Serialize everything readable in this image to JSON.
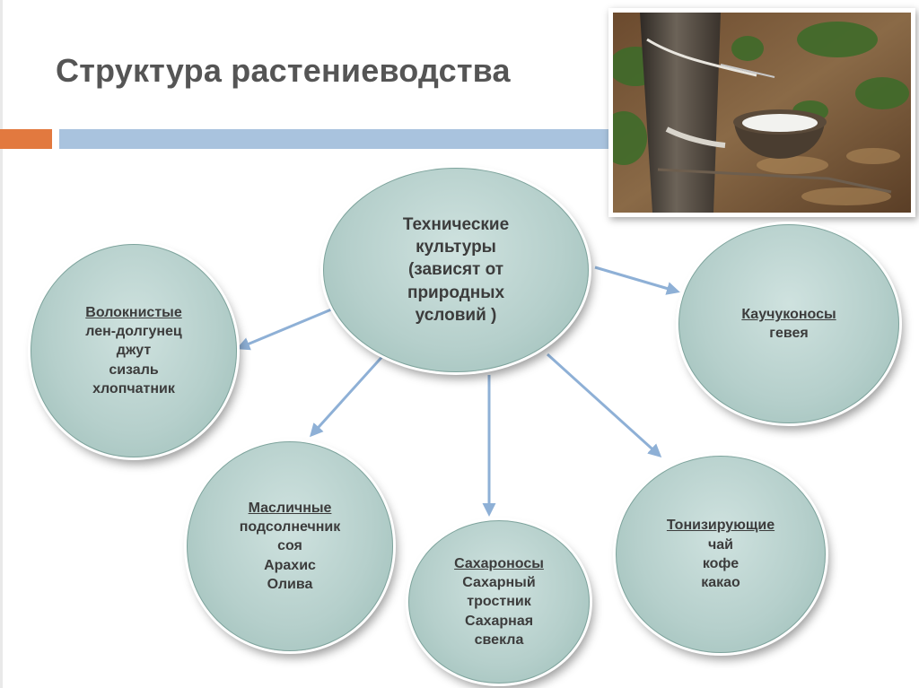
{
  "slide": {
    "title": "Структура растениеводства"
  },
  "colors": {
    "accent_orange": "#e2793f",
    "accent_blue": "#a9c3de",
    "bubble_fill": "#b5cfcb",
    "arrow": "#8eb0d6",
    "text": "#3c3c3c"
  },
  "center": {
    "lines": [
      "Технические",
      "культуры",
      "(зависят от",
      "природных",
      "условий )"
    ]
  },
  "groups": {
    "fibrous": {
      "heading": "Волокнистые",
      "items": [
        "лен-долгунец",
        "джут",
        "сизаль",
        "хлопчатник"
      ]
    },
    "oilseed": {
      "heading": "Масличные",
      "items": [
        "подсолнечник",
        "соя",
        "Арахис",
        "Олива"
      ]
    },
    "sugar": {
      "heading": "Сахароносы",
      "items": [
        "Сахарный",
        "тростник",
        "Сахарная",
        "свекла"
      ]
    },
    "tonic": {
      "heading": "Тонизирующие",
      "items": [
        "чай",
        "кофе",
        "какао"
      ]
    },
    "rubber": {
      "heading": "Каучуконосы",
      "items": [
        "гевея"
      ]
    }
  },
  "photo": {
    "subject": "rubber tree tapping with latex collecting cup"
  }
}
